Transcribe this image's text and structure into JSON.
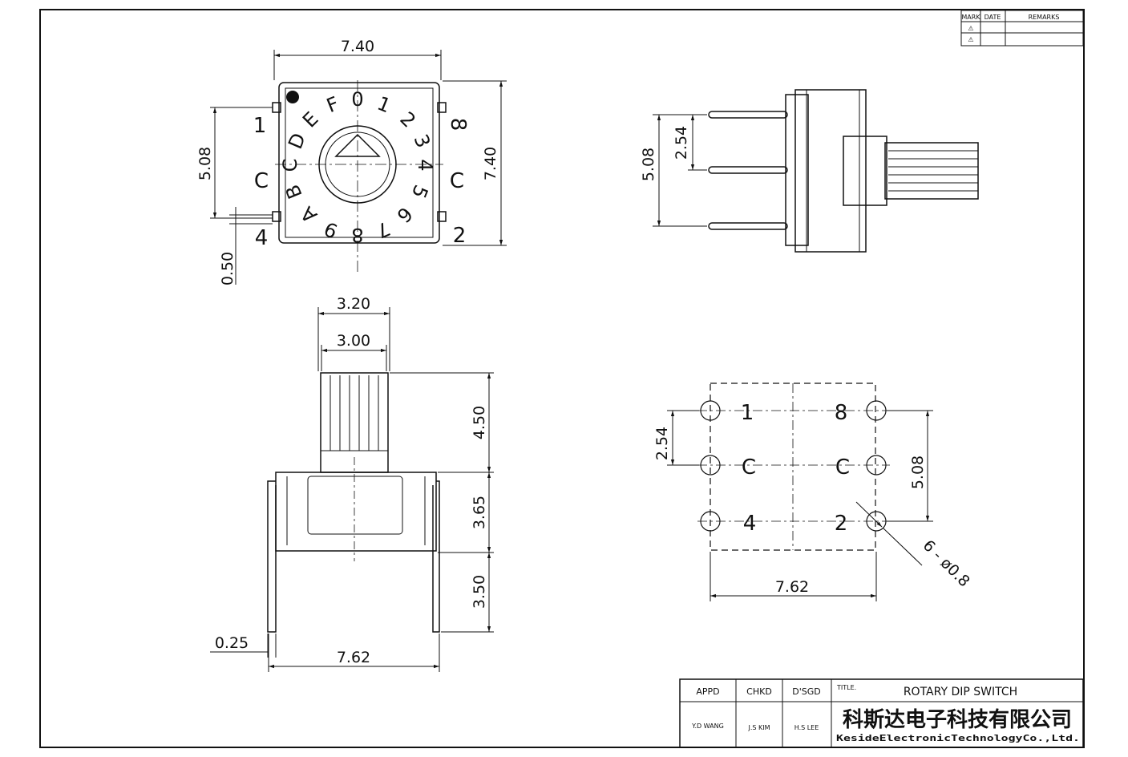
{
  "revision_block": {
    "headers": [
      "MARK",
      "DATE",
      "REMARKS"
    ],
    "rows": [
      {
        "mark": "⚠"
      },
      {
        "mark": "⚠"
      }
    ]
  },
  "top_view": {
    "width_dim": "7.40",
    "height_dim": "7.40",
    "pin_pitch_dim": "5.08",
    "pin_width_dim": "0.50",
    "pin_labels": {
      "p1": "1",
      "p4": "4",
      "cl": "C",
      "p8": "8",
      "cr": "C",
      "p2": "2"
    },
    "dial_labels": [
      "0",
      "1",
      "2",
      "3",
      "4",
      "5",
      "6",
      "7",
      "8",
      "9",
      "A",
      "B",
      "C",
      "D",
      "E",
      "F"
    ]
  },
  "side_view_right": {
    "pin_pitch_dim": "2.54",
    "pin_span_dim": "5.08"
  },
  "front_view": {
    "shaft_outer_dim": "3.20",
    "shaft_inner_dim": "3.00",
    "shaft_height_dim": "4.50",
    "body_height_dim": "3.65",
    "pin_length_dim": "3.50",
    "pin_thickness_dim": "0.25",
    "pin_span_dim": "7.62"
  },
  "footprint": {
    "pitch_dim": "2.54",
    "span_dim": "5.08",
    "width_dim": "7.62",
    "hole_callout": "6 - ø0.8",
    "pin_labels": {
      "p1": "1",
      "p8": "8",
      "cl": "C",
      "cr": "C",
      "p4": "4",
      "p2": "2"
    }
  },
  "title_block": {
    "appd_label": "APPD",
    "chkd_label": "CHKD",
    "dsgd_label": "D'SGD",
    "title_label": "TITLE.",
    "title": "ROTARY DIP SWITCH",
    "appd": "Y.D WANG",
    "chkd": "J.S KIM",
    "dsgd": "H.S LEE",
    "company_cn": "科斯达电子科技有限公司",
    "company_en": "KesideElectronicTechnologyCo.,Ltd."
  }
}
